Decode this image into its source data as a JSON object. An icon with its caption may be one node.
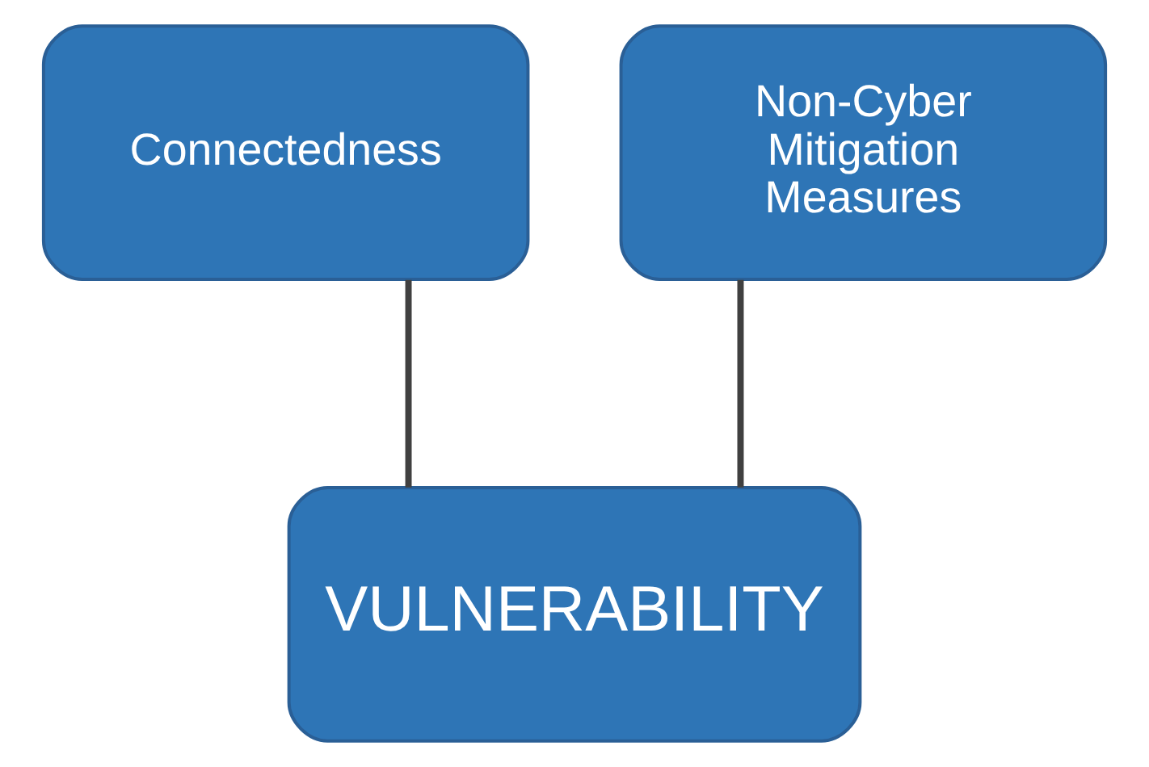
{
  "diagram": {
    "nodes": [
      {
        "text": [
          "Connectedness"
        ]
      },
      {
        "text": [
          "Non-Cyber Mitigation Measures"
        ]
      },
      {
        "text": [
          "VULNERABILITY"
        ]
      }
    ],
    "edges": [
      {
        "from": 0,
        "to": 2,
        "arrow": "none"
      },
      {
        "from": 1,
        "to": 2,
        "arrow": "none"
      }
    ]
  }
}
